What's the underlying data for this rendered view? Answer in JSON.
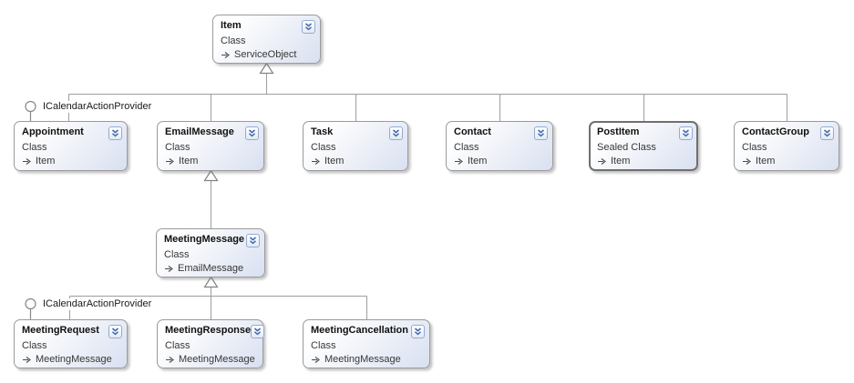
{
  "diagram_type": "class-diagram",
  "nodes": {
    "item": {
      "name": "Item",
      "kind": "Class",
      "base": "ServiceObject"
    },
    "appointment": {
      "name": "Appointment",
      "kind": "Class",
      "base": "Item"
    },
    "email_message": {
      "name": "EmailMessage",
      "kind": "Class",
      "base": "Item"
    },
    "task": {
      "name": "Task",
      "kind": "Class",
      "base": "Item"
    },
    "contact": {
      "name": "Contact",
      "kind": "Class",
      "base": "Item"
    },
    "post_item": {
      "name": "PostItem",
      "kind": "Sealed Class",
      "base": "Item"
    },
    "contact_group": {
      "name": "ContactGroup",
      "kind": "Class",
      "base": "Item"
    },
    "meeting_message": {
      "name": "MeetingMessage",
      "kind": "Class",
      "base": "EmailMessage"
    },
    "meeting_request": {
      "name": "MeetingRequest",
      "kind": "Class",
      "base": "MeetingMessage"
    },
    "meeting_response": {
      "name": "MeetingResponse",
      "kind": "Class",
      "base": "MeetingMessage"
    },
    "meeting_cancellation": {
      "name": "MeetingCancellation",
      "kind": "Class",
      "base": "MeetingMessage"
    }
  },
  "interfaces": {
    "top": {
      "label": "ICalendarActionProvider"
    },
    "bottom": {
      "label": "ICalendarActionProvider"
    }
  },
  "icons": {
    "collapse_button": "double-chevron-down",
    "inheritance_arrow": "right-arrow",
    "interface_lollipop": "circle-on-stick",
    "inheritance_head": "hollow-triangle-up"
  },
  "colors": {
    "node_border": "#9b9b9b",
    "sealed_border": "#6f6f6f",
    "node_fill_start": "#ffffff",
    "node_fill_end": "#d9e0f1",
    "connector": "#9e9e9e",
    "chevron_blue": "#3f68ae",
    "chevron_border": "#93abd2",
    "text": "#373737"
  }
}
